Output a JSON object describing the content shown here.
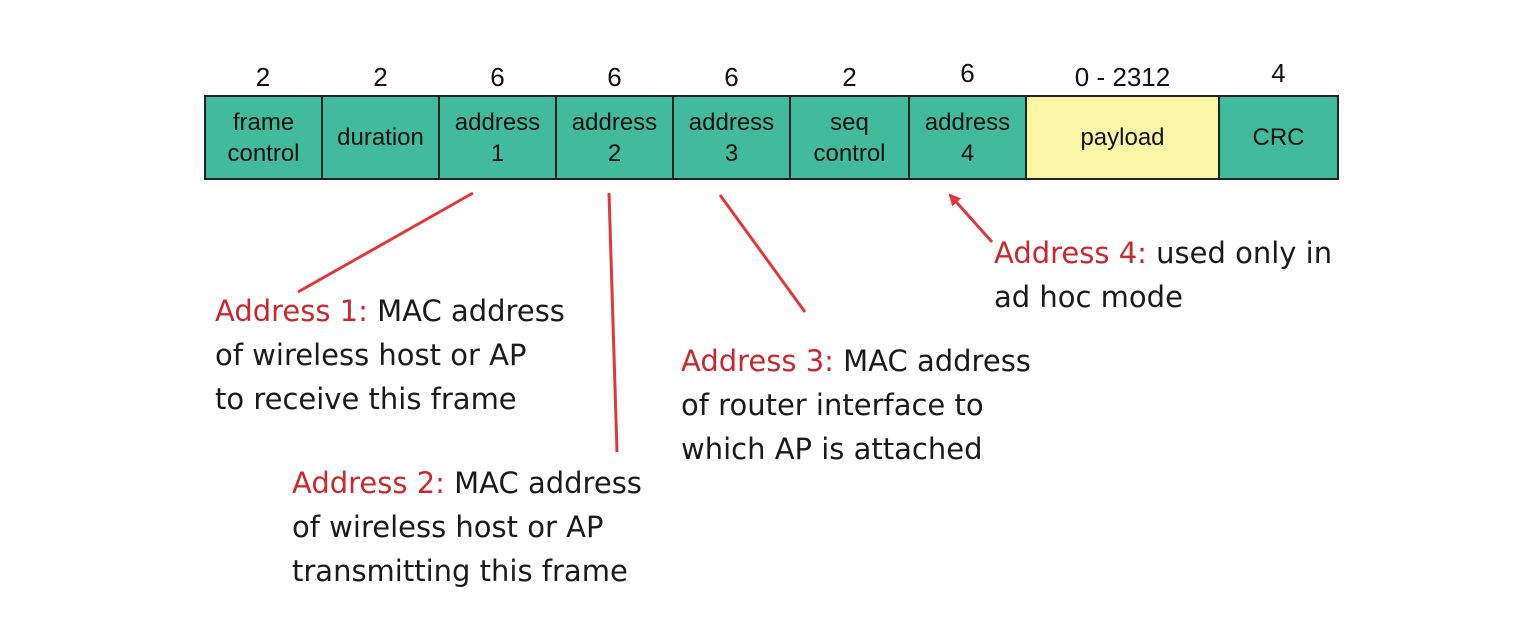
{
  "frame_header": {
    "fields": [
      {
        "size": "2",
        "label": "frame\ncontrol",
        "color": "#41bb9b"
      },
      {
        "size": "2",
        "label": "duration",
        "color": "#41bb9b"
      },
      {
        "size": "6",
        "label": "address\n1",
        "color": "#41bb9b"
      },
      {
        "size": "6",
        "label": "address\n2",
        "color": "#41bb9b"
      },
      {
        "size": "6",
        "label": "address\n3",
        "color": "#41bb9b"
      },
      {
        "size": "2",
        "label": "seq\ncontrol",
        "color": "#41bb9b"
      },
      {
        "size": "6",
        "label": "address\n4",
        "color": "#41bb9b"
      },
      {
        "size": "0 - 2312",
        "label": "payload",
        "color": "#f9f7a6"
      },
      {
        "size": "4",
        "label": "CRC",
        "color": "#41bb9b"
      }
    ]
  },
  "annotations": {
    "address1": {
      "highlight": "Address 1:",
      "line1": "MAC address",
      "line2": "of wireless host or AP",
      "line3": "to receive this frame"
    },
    "address2": {
      "highlight": "Address 2:",
      "line1": "MAC address",
      "line2": "of wireless host or AP",
      "line3": "transmitting this frame"
    },
    "address3": {
      "highlight": "Address 3:",
      "line1": "MAC address",
      "line2": "of router interface to",
      "line3": "which AP is attached"
    },
    "address4": {
      "highlight": "Address 4:",
      "line1": "used only in",
      "line2": "ad hoc mode"
    }
  },
  "colors": {
    "accent": "#c8282e",
    "field_border": "#222222",
    "connector": "#e0383a"
  }
}
